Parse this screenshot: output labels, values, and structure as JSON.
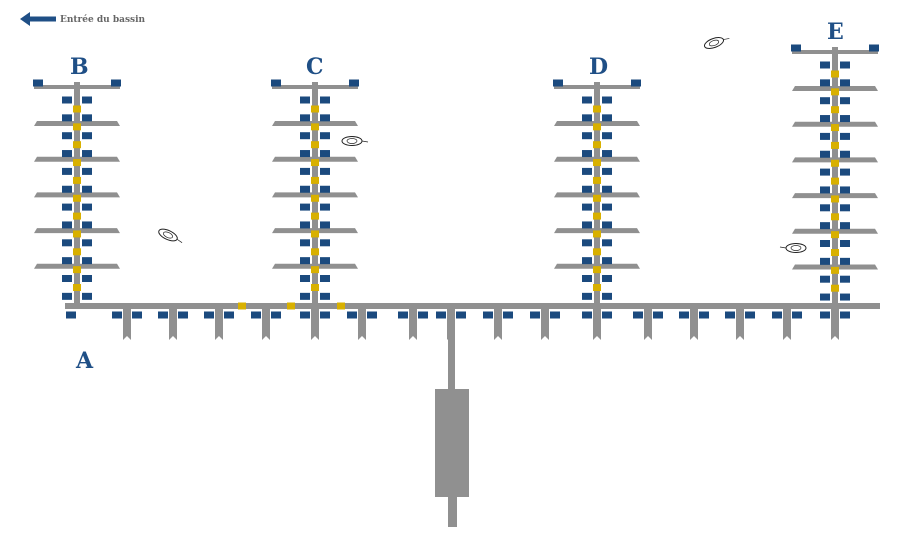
{
  "entrance": {
    "label": "Entrée du bassin",
    "icon": "arrow-left-icon"
  },
  "pontoons": {
    "A": {
      "label": "A"
    },
    "B": {
      "label": "B"
    },
    "C": {
      "label": "C"
    },
    "D": {
      "label": "D"
    },
    "E": {
      "label": "E"
    }
  },
  "colors": {
    "dock": "#909090",
    "berth": "#1b4a7e",
    "service": "#d8b000",
    "label": "#1f4f86",
    "arrow": "#1f4f86"
  },
  "icons": {
    "boat": "boat-icon"
  }
}
